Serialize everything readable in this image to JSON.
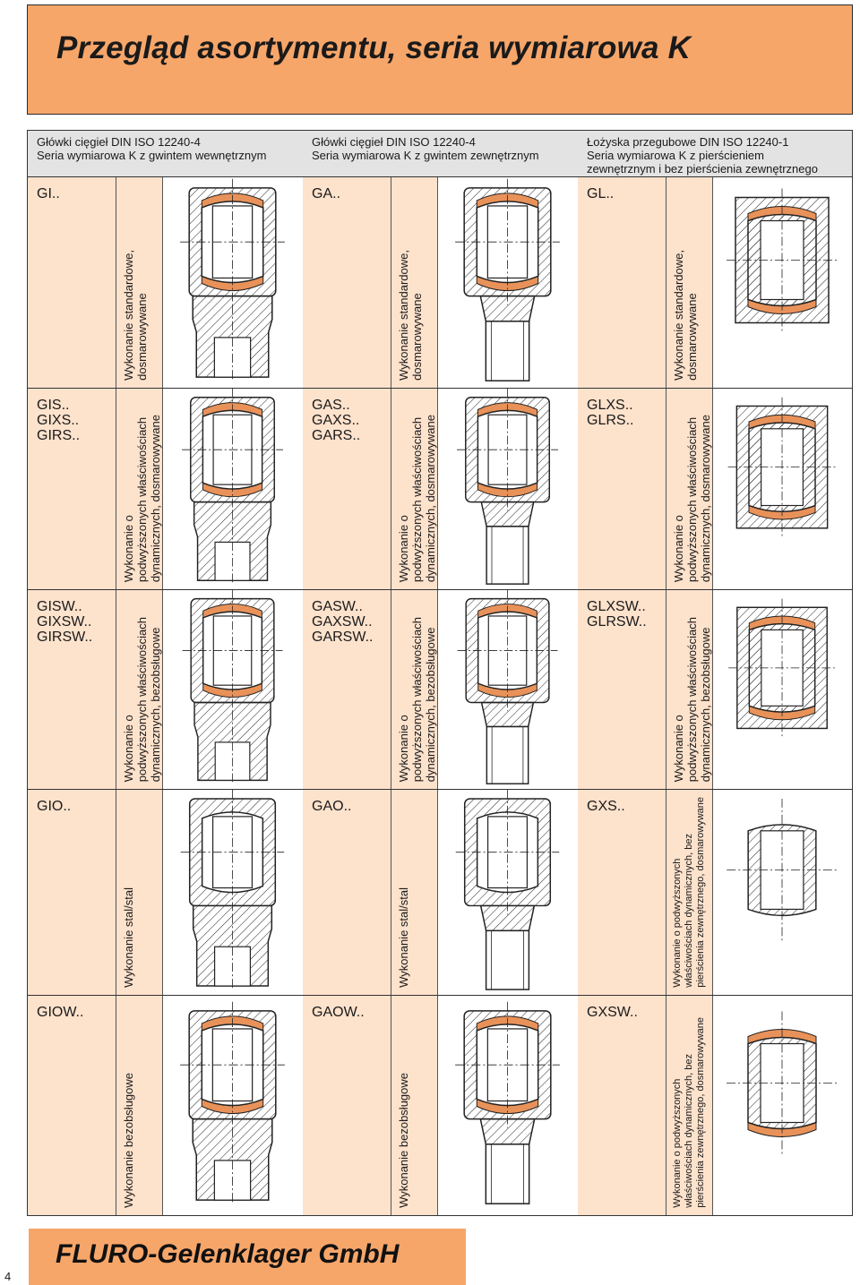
{
  "title": "Przegląd asortymentu, seria wymiarowa K",
  "columns": [
    {
      "header": [
        "Główki cięgieł DIN ISO 12240-4",
        "Seria wymiarowa K z gwintem wewnętrznym"
      ],
      "kind": "GI",
      "rows": [
        {
          "labels": [
            "GI.."
          ],
          "desc": [
            "Wykonanie standardowe,",
            "dosmarowywane"
          ]
        },
        {
          "labels": [
            "GIS..",
            "GIXS..",
            "GIRS.."
          ],
          "desc": [
            "Wykonanie o",
            "podwyższonych właściwościach",
            "dynamicznych, dosmarowywane"
          ]
        },
        {
          "labels": [
            "GISW..",
            "GIXSW..",
            "GIRSW.."
          ],
          "desc": [
            "Wykonanie o",
            "podwyższonych właściwościach",
            "dynamicznych, bezobsługowe"
          ]
        },
        {
          "labels": [
            "GIO.."
          ],
          "desc": [
            "Wykonanie stal/stal"
          ]
        },
        {
          "labels": [
            "GIOW.."
          ],
          "desc": [
            "Wykonanie bezobsługowe"
          ]
        }
      ]
    },
    {
      "header": [
        "Główki cięgieł DIN ISO 12240-4",
        "Seria wymiarowa K z gwintem zewnętrznym"
      ],
      "kind": "GA",
      "rows": [
        {
          "labels": [
            "GA.."
          ],
          "desc": [
            "Wykonanie standardowe,",
            "dosmarowywane"
          ]
        },
        {
          "labels": [
            "GAS..",
            "GAXS..",
            "GARS.."
          ],
          "desc": [
            "Wykonanie o",
            "podwyższonych właściwościach",
            "dynamicznych, dosmarowywane"
          ]
        },
        {
          "labels": [
            "GASW..",
            "GAXSW..",
            "GARSW.."
          ],
          "desc": [
            "Wykonanie o",
            "podwyższonych właściwościach",
            "dynamicznych, bezobsługowe"
          ]
        },
        {
          "labels": [
            "GAO.."
          ],
          "desc": [
            "Wykonanie stal/stal"
          ]
        },
        {
          "labels": [
            "GAOW.."
          ],
          "desc": [
            "Wykonanie bezobsługowe"
          ]
        }
      ]
    },
    {
      "header": [
        "Łożyska przegubowe DIN ISO 12240-1",
        "Seria wymiarowa K z pierścieniem",
        "zewnętrznym i bez pierścienia zewnętrznego"
      ],
      "kind": "GL",
      "rows": [
        {
          "labels": [
            "GL.."
          ],
          "desc": [
            "Wykonanie standardowe,",
            "dosmarowywane"
          ]
        },
        {
          "labels": [
            "GLXS..",
            "GLRS.."
          ],
          "desc": [
            "Wykonanie o",
            "podwyższonych właściwościach",
            "dynamicznych, dosmarowywane"
          ]
        },
        {
          "labels": [
            "GLXSW..",
            "GLRSW.."
          ],
          "desc": [
            "Wykonanie o",
            "podwyższonych właściwościach",
            "dynamicznych, bezobsługowe"
          ]
        },
        {
          "labels": [
            "GXS.."
          ],
          "desc": [
            "Wykonanie o podwyższonych",
            "właściwościach dynamicznych, bez",
            "pierścienia zewnętrznego, dosmarowywane"
          ]
        },
        {
          "labels": [
            "GXSW.."
          ],
          "desc": [
            "Wykonanie o podwyższonych",
            "właściwościach dynamicznych, bez",
            "pierścienia zewnętrznego, dosmarowywane"
          ]
        }
      ]
    }
  ],
  "footer": "FLURO-Gelenklager GmbH",
  "page_number": "4",
  "colors": {
    "accent": "#f7a66a",
    "light_accent": "#fde2cc",
    "header_gray": "#e3e3e3",
    "bronze": "#e8925a"
  }
}
